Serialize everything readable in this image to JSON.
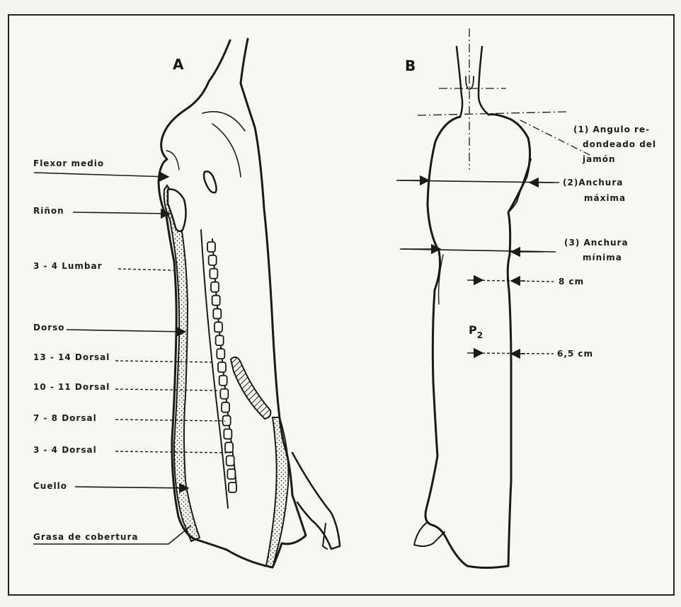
{
  "panel_a": {
    "letter": "A",
    "labels": {
      "flexor_medio": "Flexor medio",
      "rinon": "Riñon",
      "lumbar_3_4": "3 - 4 Lumbar",
      "dorso": "Dorso",
      "dorsal_13_14": "13 - 14 Dorsal",
      "dorsal_10_11": "10 - 11 Dorsal",
      "dorsal_7_8": "7 - 8 Dorsal",
      "dorsal_3_4": "3 - 4 Dorsal",
      "cuello": "Cuello",
      "grasa": "Grasa de cobertura"
    }
  },
  "panel_b": {
    "letter": "B",
    "labels": {
      "angulo_1": "(1) Angulo re-",
      "angulo_2": "dondeado del",
      "angulo_3": "jamón",
      "anchura_max_1": "(2)Anchura",
      "anchura_max_2": "máxima",
      "anchura_min_1": "(3) Anchura",
      "anchura_min_2": "mínima",
      "cm8": "8 cm",
      "p2_letter": "P",
      "p2_sub": "2",
      "cm65": "6,5 cm"
    }
  }
}
